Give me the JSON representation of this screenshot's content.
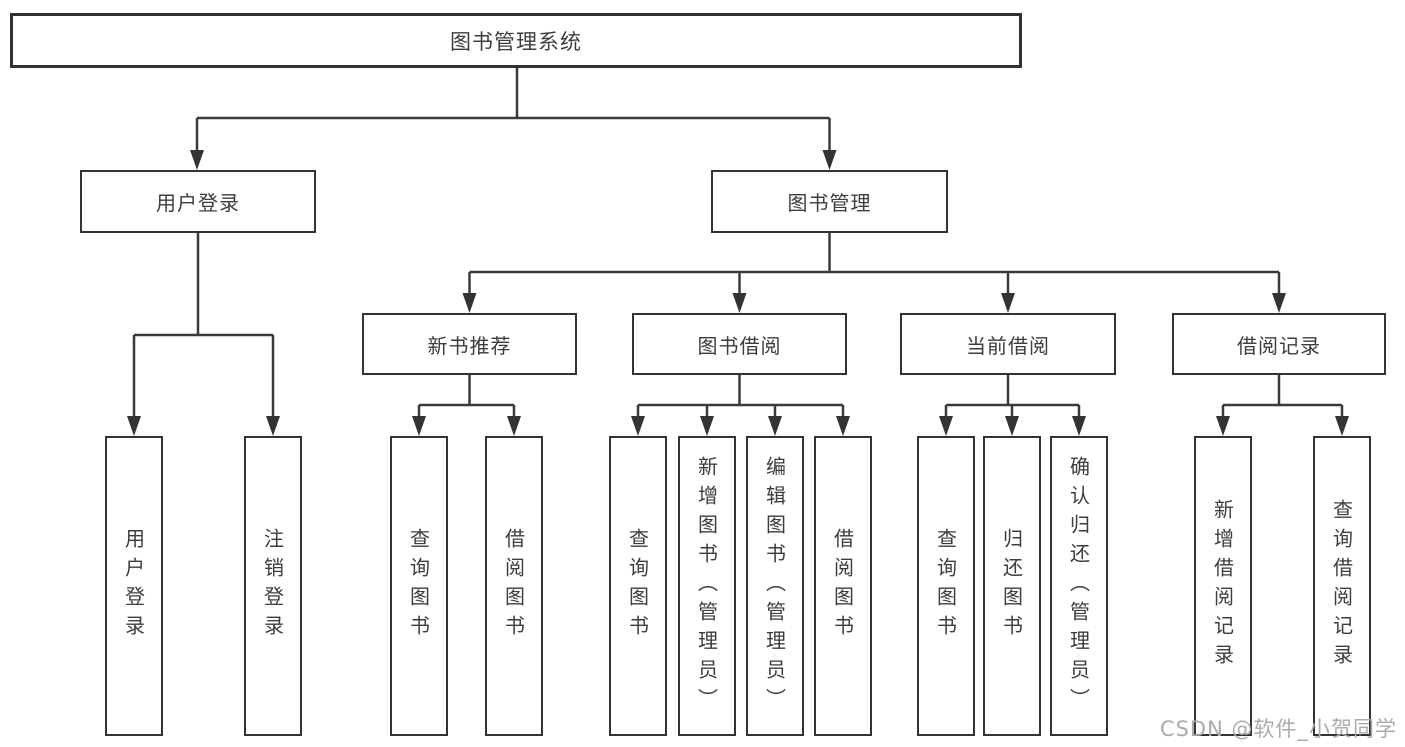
{
  "diagram": {
    "root": {
      "label": "图书管理系统"
    },
    "level2": [
      {
        "id": "user-login",
        "label": "用户登录"
      },
      {
        "id": "book-management",
        "label": "图书管理"
      }
    ],
    "level3": [
      {
        "id": "new-book-recommend",
        "label": "新书推荐"
      },
      {
        "id": "book-borrowing",
        "label": "图书借阅"
      },
      {
        "id": "current-borrowing",
        "label": "当前借阅"
      },
      {
        "id": "borrowing-records",
        "label": "借阅记录"
      }
    ],
    "leaves": [
      {
        "id": "leaf-user-login",
        "label": "用户登录"
      },
      {
        "id": "leaf-logout",
        "label": "注销登录"
      },
      {
        "id": "leaf-query-books-1",
        "label": "查询图书"
      },
      {
        "id": "leaf-borrow-books-1",
        "label": "借阅图书"
      },
      {
        "id": "leaf-query-books-2",
        "label": "查询图书"
      },
      {
        "id": "leaf-add-books-admin",
        "label": "新增图书（管理员）"
      },
      {
        "id": "leaf-edit-books-admin",
        "label": "编辑图书（管理员）"
      },
      {
        "id": "leaf-borrow-books-2",
        "label": "借阅图书"
      },
      {
        "id": "leaf-query-books-3",
        "label": "查询图书"
      },
      {
        "id": "leaf-return-books",
        "label": "归还图书"
      },
      {
        "id": "leaf-confirm-return-admin",
        "label": "确认归还（管理员）"
      },
      {
        "id": "leaf-add-borrow-record",
        "label": "新增借阅记录"
      },
      {
        "id": "leaf-query-borrow-record",
        "label": "查询借阅记录"
      }
    ]
  },
  "watermark": {
    "text": "CSDN @软件_小贺同学"
  },
  "colors": {
    "line": "#3a3a3a",
    "box_border": "#333333",
    "text": "#3d3d3d",
    "background": "#ffffff",
    "watermark": "#ababab"
  }
}
